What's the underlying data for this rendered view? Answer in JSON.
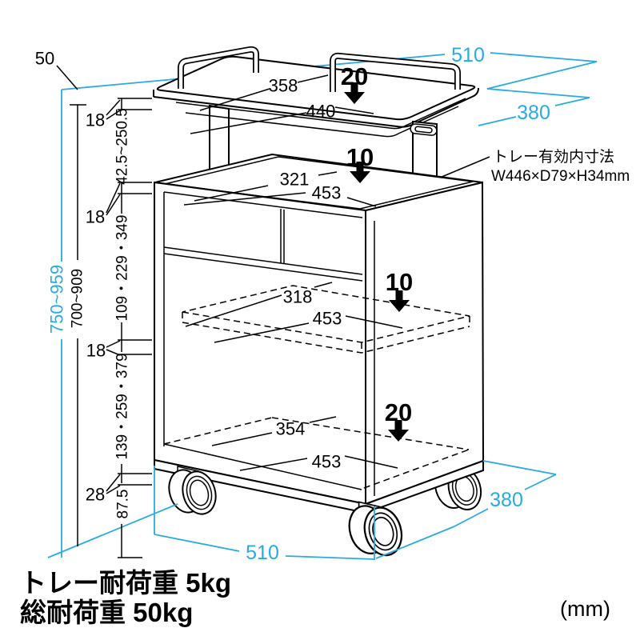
{
  "colors": {
    "accent": "#29ABE2",
    "ink": "#000000"
  },
  "footer": {
    "tray_load": "トレー耐荷重 5kg",
    "total_load": "総耐荷重 50kg",
    "unit": "(mm)"
  },
  "note": {
    "line1": "トレー有効内寸法",
    "line2": "W446×D79×H34mm"
  },
  "dims": {
    "top_width": "510",
    "top_depth": "380",
    "tray_inner_depth": "358",
    "tray_inner_width": "440",
    "tray_gap": "20",
    "top_gap": "10",
    "shelf_gap": "10",
    "floor_gap": "20",
    "handle_extra": "50",
    "tray_thickness": "18",
    "top_thickness": "18",
    "shelf_thickness": "18",
    "bottom_thickness": "28",
    "caster_height": "87.5",
    "tray_lift_range": "42.5~250.5",
    "top_inner_depth": "321",
    "top_inner_width": "453",
    "shelf_inner_depth": "318",
    "shelf_inner_width": "453",
    "floor_inner_depth": "354",
    "floor_inner_width": "453",
    "shelf_positions_upper": "109・229・349",
    "shelf_positions_lower": "139・259・379",
    "overall_height_range": "750~959",
    "body_height_range": "700~909",
    "bottom_width": "510",
    "bottom_depth": "380"
  }
}
